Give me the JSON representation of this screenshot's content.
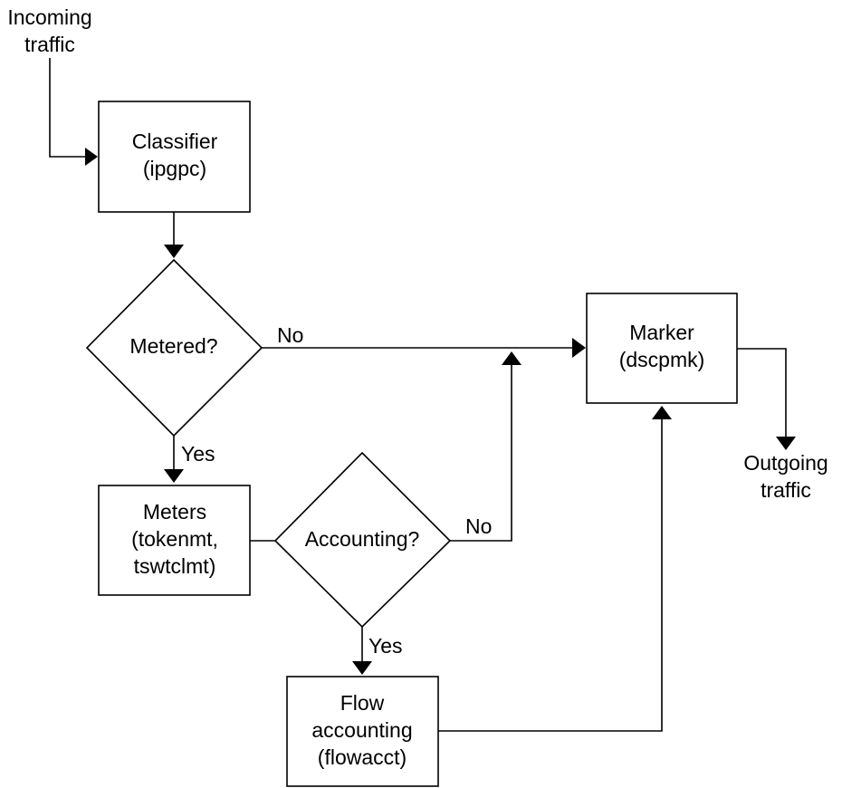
{
  "diagram": {
    "type": "flowchart",
    "colors": {
      "stroke": "#000000",
      "background": "#ffffff",
      "text": "#000000"
    },
    "terminals": {
      "incoming": {
        "lines": [
          "Incoming",
          "traffic"
        ]
      },
      "outgoing": {
        "lines": [
          "Outgoing",
          "traffic"
        ]
      }
    },
    "nodes": {
      "classifier": {
        "kind": "process",
        "lines": [
          "Classifier",
          "(ipgpc)"
        ]
      },
      "metered": {
        "kind": "decision",
        "lines": [
          "Metered?"
        ]
      },
      "meters": {
        "kind": "process",
        "lines": [
          "Meters",
          "(tokenmt,",
          "tswtclmt)"
        ]
      },
      "accounting": {
        "kind": "decision",
        "lines": [
          "Accounting?"
        ]
      },
      "flow_accounting": {
        "kind": "process",
        "lines": [
          "Flow",
          "accounting",
          "(flowacct)"
        ]
      },
      "marker": {
        "kind": "process",
        "lines": [
          "Marker",
          "(dscpmk)"
        ]
      }
    },
    "edges": [
      {
        "from": "incoming",
        "to": "classifier",
        "label": ""
      },
      {
        "from": "classifier",
        "to": "metered",
        "label": ""
      },
      {
        "from": "metered",
        "to": "marker",
        "label": "No"
      },
      {
        "from": "metered",
        "to": "meters",
        "label": "Yes"
      },
      {
        "from": "meters",
        "to": "accounting",
        "label": ""
      },
      {
        "from": "accounting",
        "to": "marker",
        "label": "No"
      },
      {
        "from": "accounting",
        "to": "flow_accounting",
        "label": "Yes"
      },
      {
        "from": "flow_accounting",
        "to": "marker",
        "label": ""
      },
      {
        "from": "marker",
        "to": "outgoing",
        "label": ""
      }
    ],
    "edge_labels": {
      "metered_no": "No",
      "metered_yes": "Yes",
      "accounting_no": "No",
      "accounting_yes": "Yes"
    }
  }
}
